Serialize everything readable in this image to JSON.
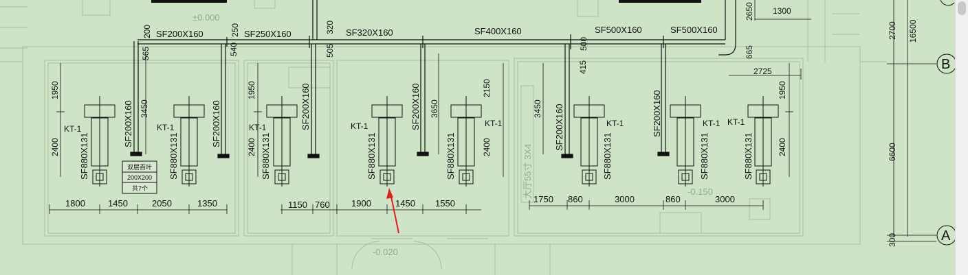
{
  "drawing": {
    "levels": {
      "top": "±0.000",
      "bottom": "-0.020",
      "room": "-0.150"
    },
    "ducts": {
      "main": [
        "SF200X160",
        "SF250X160",
        "SF320X160",
        "SF400X160",
        "SF500X160",
        "SF500X160"
      ],
      "branch": "SF200X160",
      "unit": "SF880X131"
    },
    "unit_label": "KT-1",
    "louver_box": [
      "双层百叶",
      "200X200",
      "共7个"
    ],
    "wall_text": "大厅55寸 3X4",
    "dims_top": {
      "d200": "200",
      "d250": "250",
      "d320": "320",
      "d565": "565",
      "d540": "540",
      "d505": "505",
      "d500": "500",
      "d415": "415",
      "d665": "665",
      "d2650": "2650",
      "d1300": "1300",
      "d2725": "2725"
    },
    "dims_vertical": {
      "d1950": "1950",
      "d3450": "3450",
      "d2400": "2400",
      "d3650": "3650",
      "d2150": "2150"
    },
    "dims_bottom": [
      "1800",
      "1450",
      "2050",
      "1350",
      "1150",
      "760",
      "1900",
      "1450",
      "1550",
      "1750",
      "860",
      "3000",
      "860",
      "3000"
    ],
    "dims_right": {
      "d2700": "2700",
      "d16500": "16500",
      "d6600": "6600",
      "d300": "300"
    },
    "axes": {
      "b": "B",
      "a": "A"
    }
  }
}
